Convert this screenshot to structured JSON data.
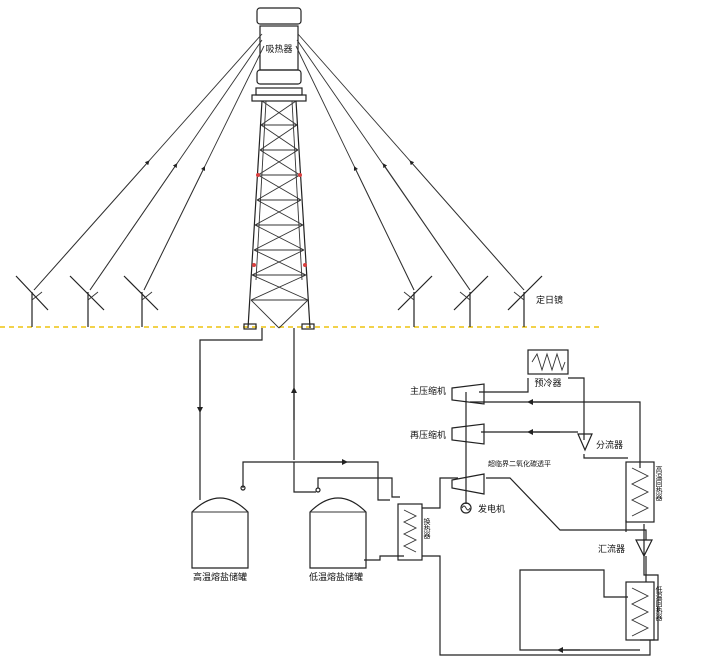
{
  "labels": {
    "receiver": "吸热器",
    "heliostat": "定日镜",
    "precooler": "预冷器",
    "main_compressor": "主压缩机",
    "recompressor": "再压缩机",
    "splitter": "分流器",
    "mixer": "汇流器",
    "generator": "发电机",
    "turbine": "超临界二氧化碳透平",
    "hx": "换热器",
    "ht_recuperator": "高温回热器",
    "lt_recuperator": "低温回热器",
    "hot_tank": "高温熔盐储罐",
    "cold_tank": "低温熔盐储罐"
  },
  "colors": {
    "line": "#222222",
    "ground": "#f2d24a",
    "valve": "#d94040"
  }
}
